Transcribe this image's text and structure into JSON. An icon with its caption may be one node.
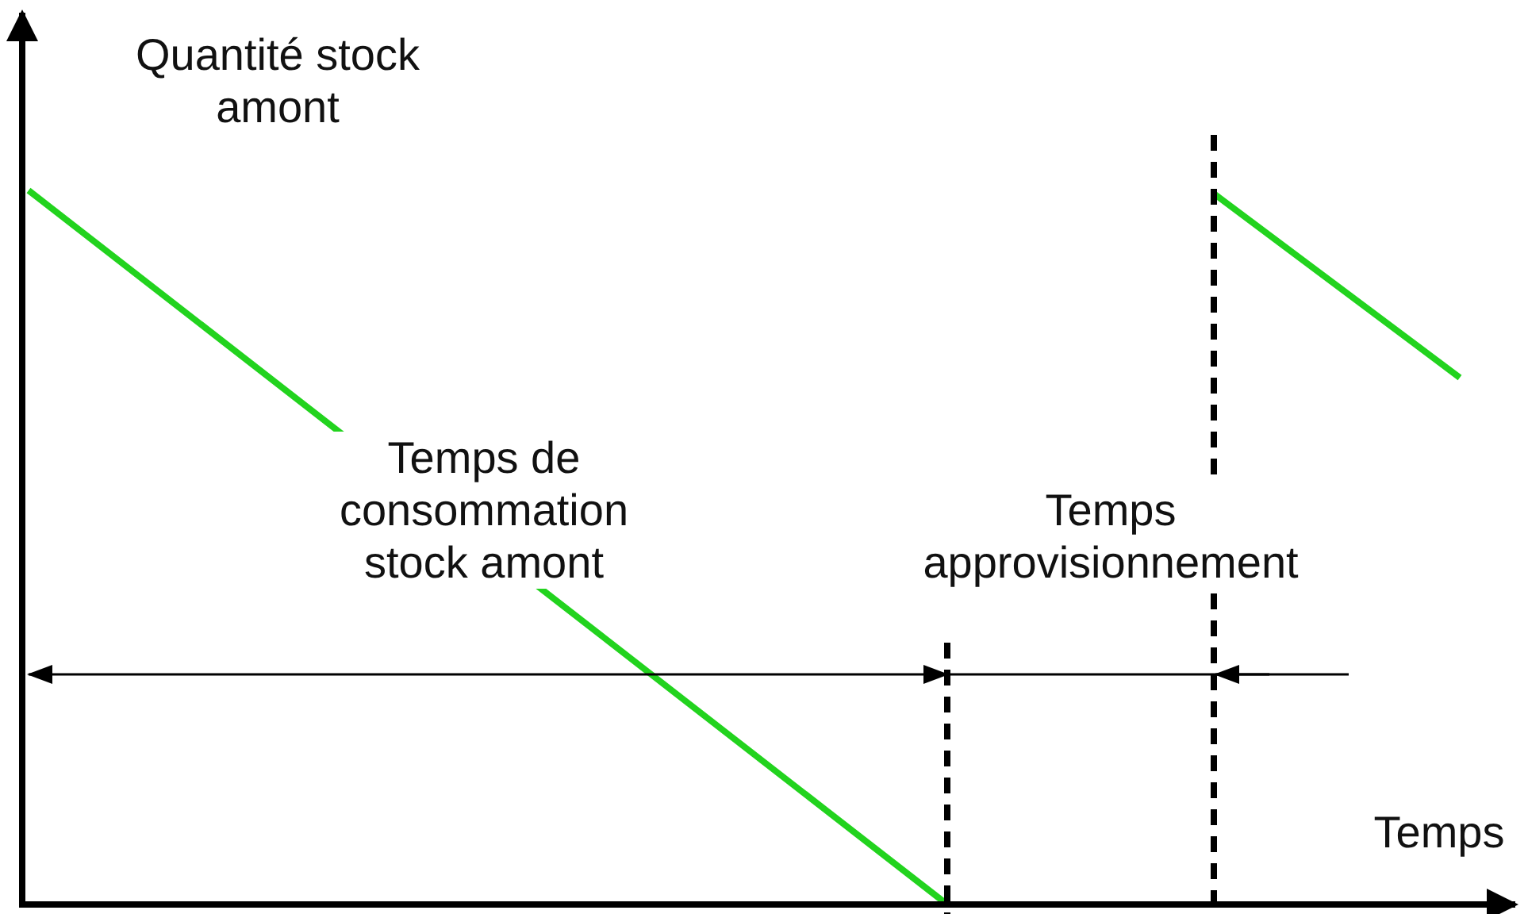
{
  "diagram": {
    "labels": [
      "Quantité stock amont",
      "Temps de consommation stock amont",
      "Temps approvisionnement",
      "Temps"
    ]
  }
}
